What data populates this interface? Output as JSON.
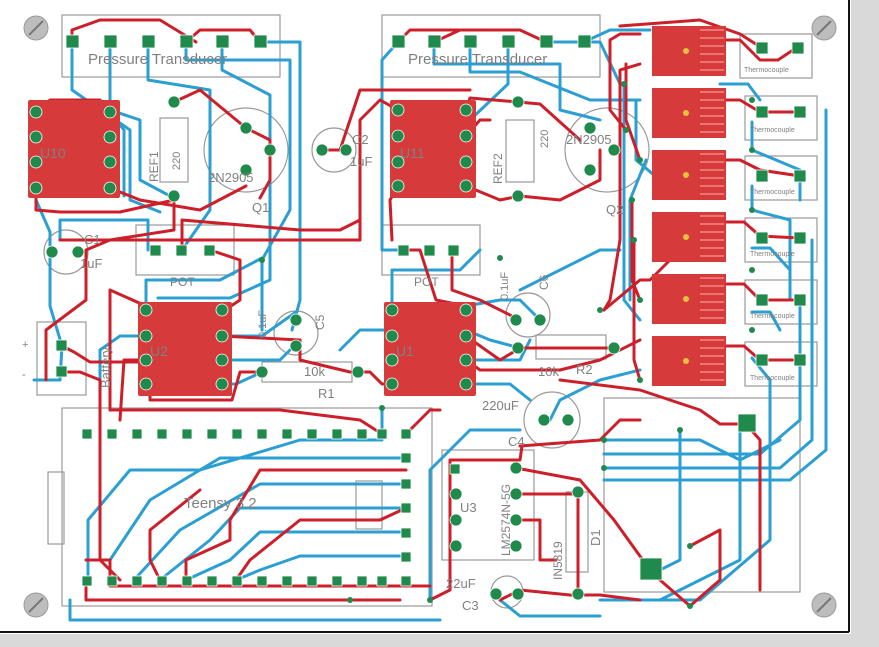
{
  "board": {
    "background": "#ffffff",
    "substrate": "#ffffff",
    "silk_color": "#9a9a9a",
    "top_copper": "#cc1f2a",
    "bottom_copper": "#2b9fd1",
    "pad_color": "#1f8a4c",
    "smd_color": "#d63a3a"
  },
  "labels": {
    "pressure1": "Pressure Transducer",
    "pressure2": "Pressure Transducer",
    "u10": "U10",
    "u11": "U11",
    "u2": "U2",
    "u1": "U1",
    "u3": "U3",
    "ref1": "REF1",
    "ref2": "REF2",
    "ref1_val": "220",
    "ref2_val": "220",
    "q1_part": "2N2905",
    "q1": "Q1",
    "q2_part": "2N2905",
    "q2": "Q2",
    "c1": "C1",
    "c1_val": "1uF",
    "c2": "C2",
    "c2_val": "1uF",
    "c5": "C5",
    "c5_val": "0.1uF",
    "c6": "C6",
    "c6_val": "0.1uF",
    "c4": "C4",
    "c4_val": "220uF",
    "c3": "C3",
    "c3_val": "22uF",
    "r1": "R1",
    "r1_val": "10k",
    "r2": "R2",
    "r2_val": "10k",
    "pot1": "POT",
    "pot2": "POT",
    "battery": "Battery",
    "battery_plus": "+",
    "battery_minus": "-",
    "teensy": "Teensy 3.2",
    "lm": "LM2574N-5G",
    "diode": "IN5819",
    "d1": "D1",
    "thermo": [
      "Thermocouple",
      "Thermocouple",
      "Thermocouple",
      "Thermocouple",
      "Thermocouple",
      "Thermocouple"
    ]
  }
}
